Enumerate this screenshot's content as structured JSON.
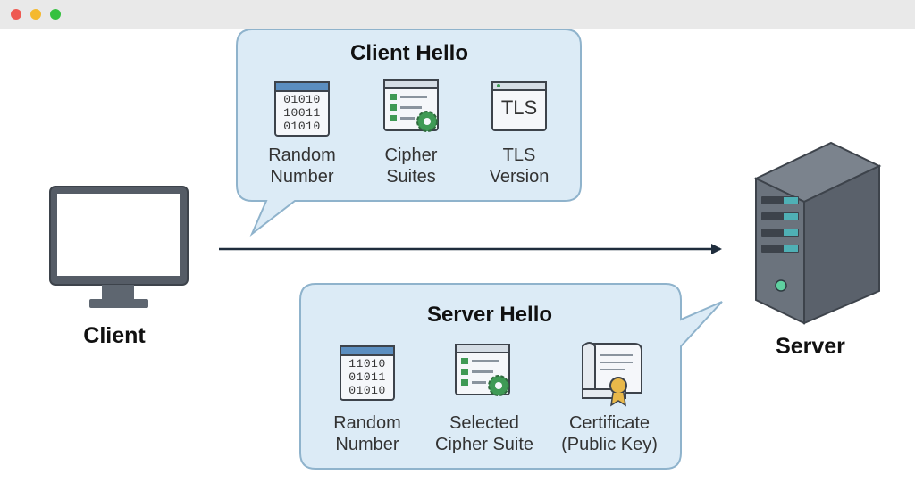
{
  "window": {
    "controls": [
      "close",
      "minimize",
      "maximize"
    ]
  },
  "client": {
    "label": "Client",
    "icon": "monitor-icon"
  },
  "server": {
    "label": "Server",
    "icon": "server-tower-icon"
  },
  "client_hello": {
    "title": "Client Hello",
    "items": [
      {
        "label": "Random\nNumber",
        "icon": "binary-data-icon",
        "binary": "01010\n10011\n01010"
      },
      {
        "label": "Cipher\nSuites",
        "icon": "cipher-settings-icon"
      },
      {
        "label": "TLS\nVersion",
        "icon": "tls-badge-icon",
        "badge": "TLS"
      }
    ]
  },
  "server_hello": {
    "title": "Server Hello",
    "items": [
      {
        "label": "Random\nNumber",
        "icon": "binary-data-icon",
        "binary": "11010\n01011\n01010"
      },
      {
        "label": "Selected\nCipher Suite",
        "icon": "cipher-settings-icon"
      },
      {
        "label": "Certificate\n(Public Key)",
        "icon": "certificate-icon"
      }
    ]
  },
  "colors": {
    "bubble_fill": "#dcebf6",
    "bubble_stroke": "#8fb3cc",
    "arrow": "#1f2d3d",
    "icon_header_blue": "#5b8ec0",
    "icon_green": "#3f9a55",
    "server_body": "#5e6670",
    "server_teal": "#4fb0b5"
  }
}
